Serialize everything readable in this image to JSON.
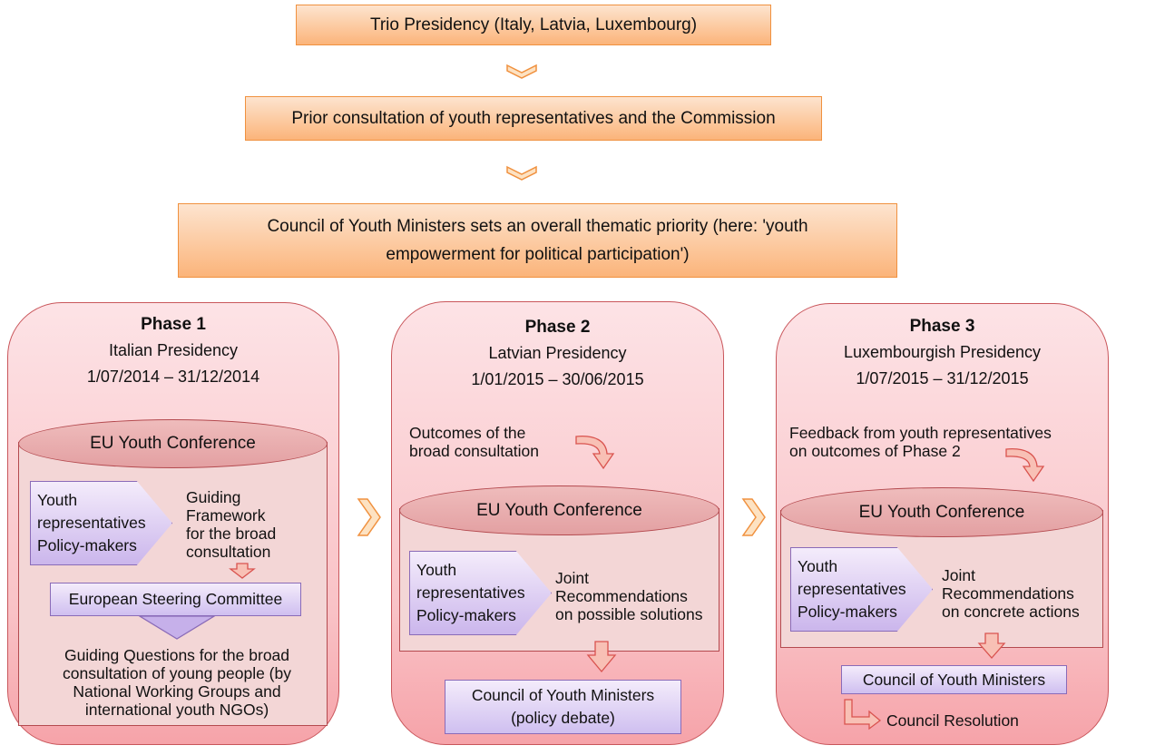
{
  "top": {
    "trio": "Trio Presidency (Italy, Latvia, Luxembourg)",
    "prior": "Prior consultation of youth representatives and the Commission",
    "council": "Council of Youth Ministers sets an overall thematic priority (here: 'youth empowerment for political participation')"
  },
  "phase1": {
    "title": "Phase 1",
    "presidency": "Italian Presidency",
    "dates": "1/07/2014 – 31/12/2014",
    "conference": "EU Youth Conference",
    "participants": [
      "Youth",
      "representatives",
      "Policy-makers"
    ],
    "guiding_framework": [
      "Guiding",
      "Framework",
      "for the broad",
      "consultation"
    ],
    "steering_committee": "European Steering Committee",
    "guiding_questions": [
      "Guiding Questions for the broad",
      "consultation of young people (by",
      "National Working Groups and",
      "international youth NGOs)"
    ]
  },
  "phase2": {
    "title": "Phase 2",
    "presidency": "Latvian Presidency",
    "dates": "1/01/2015 – 30/06/2015",
    "outcomes": [
      "Outcomes of the",
      "broad consultation"
    ],
    "conference": "EU Youth Conference",
    "participants": [
      "Youth",
      "representatives",
      "Policy-makers"
    ],
    "recommendations": [
      "Joint",
      "Recommendations",
      "on possible solutions"
    ],
    "council": [
      "Council of Youth Ministers",
      "(policy debate)"
    ]
  },
  "phase3": {
    "title": "Phase 3",
    "presidency": "Luxembourgish Presidency",
    "dates": "1/07/2015 – 31/12/2015",
    "feedback": [
      "Feedback from youth representatives",
      "on outcomes of Phase 2"
    ],
    "conference": "EU Youth Conference",
    "participants": [
      "Youth",
      "representatives",
      "Policy-makers"
    ],
    "recommendations": [
      "Joint",
      "Recommendations",
      "on concrete actions"
    ],
    "council": "Council of Youth Ministers",
    "resolution": "Council Resolution"
  },
  "colors": {
    "orange_fill": "#fbb47a",
    "orange_border": "#f0913f",
    "phase_fill": "#f9c2c6",
    "phase_border": "#c9565b",
    "purple_fill": "#cbb6ec",
    "purple_border": "#8a6bb8"
  }
}
